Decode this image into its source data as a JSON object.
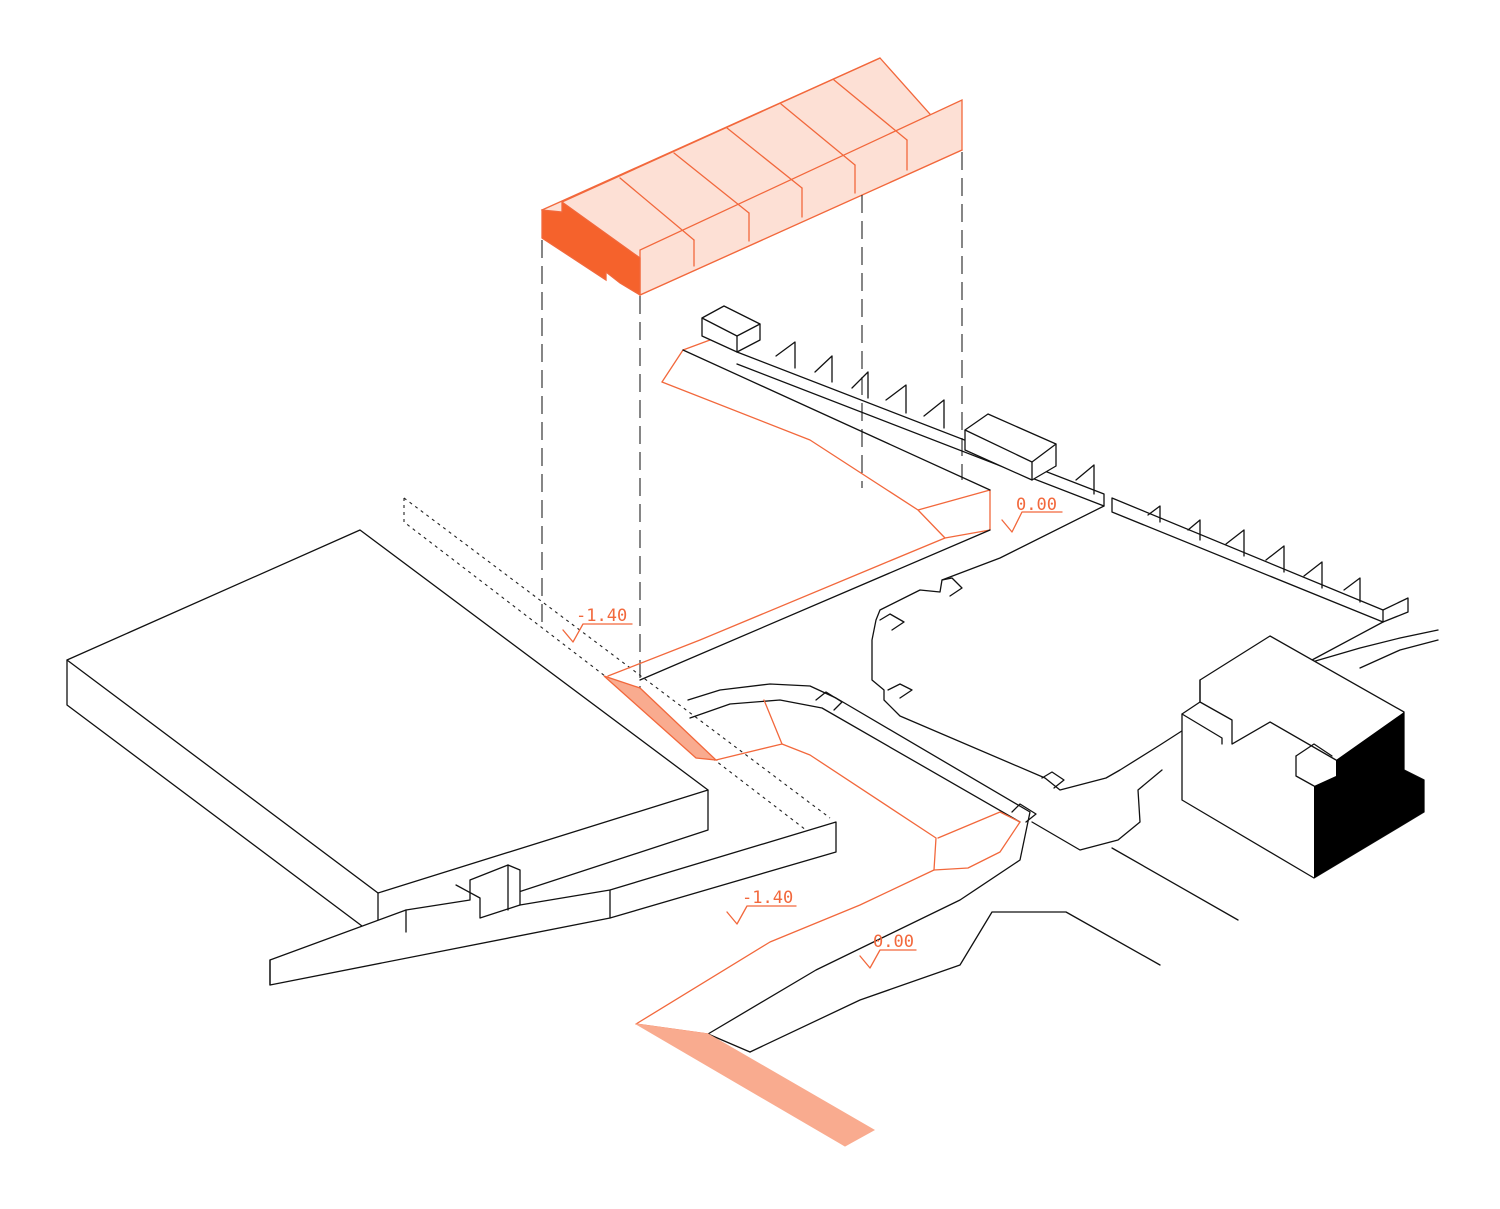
{
  "colors": {
    "accent": "#f2683c",
    "accent_fill_light": "#fde0d5",
    "accent_fill_mid": "#f9ab8f",
    "accent_fill_dark": "#f5622c",
    "line": "#111111",
    "dark_facade": "#000000"
  },
  "levels": [
    {
      "id": "level-top-right",
      "text": "0.00"
    },
    {
      "id": "level-upper-left",
      "text": "-1.40"
    },
    {
      "id": "level-lower-middle",
      "text": "-1.40"
    },
    {
      "id": "level-lower-right",
      "text": "0.00"
    }
  ]
}
